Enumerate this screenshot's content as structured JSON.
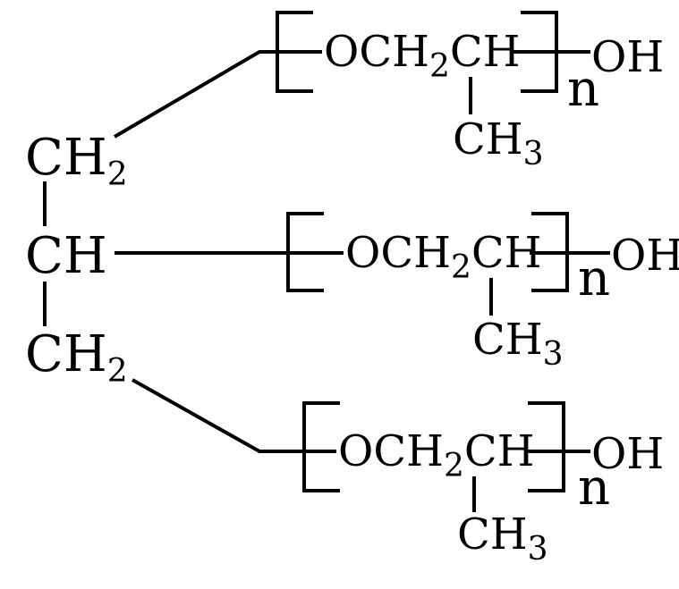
{
  "backbone": [
    {
      "main": "CH",
      "sub": "2"
    },
    {
      "main": "CH",
      "sub": ""
    },
    {
      "main": "CH",
      "sub": "2"
    }
  ],
  "chains": [
    {
      "unit": {
        "o": "O",
        "ch2": "CH",
        "ch2_sub": "2",
        "ch": "CH"
      },
      "methyl": {
        "main": "CH",
        "sub": "3"
      },
      "repeat": "n",
      "end_group": "OH"
    },
    {
      "unit": {
        "o": "O",
        "ch2": "CH",
        "ch2_sub": "2",
        "ch": "CH"
      },
      "methyl": {
        "main": "CH",
        "sub": "3"
      },
      "repeat": "n",
      "end_group": "OH"
    },
    {
      "unit": {
        "o": "O",
        "ch2": "CH",
        "ch2_sub": "2",
        "ch": "CH"
      },
      "methyl": {
        "main": "CH",
        "sub": "3"
      },
      "repeat": "n",
      "end_group": "OH"
    }
  ],
  "colors": {
    "ink": "#000000",
    "background": "#ffffff"
  }
}
